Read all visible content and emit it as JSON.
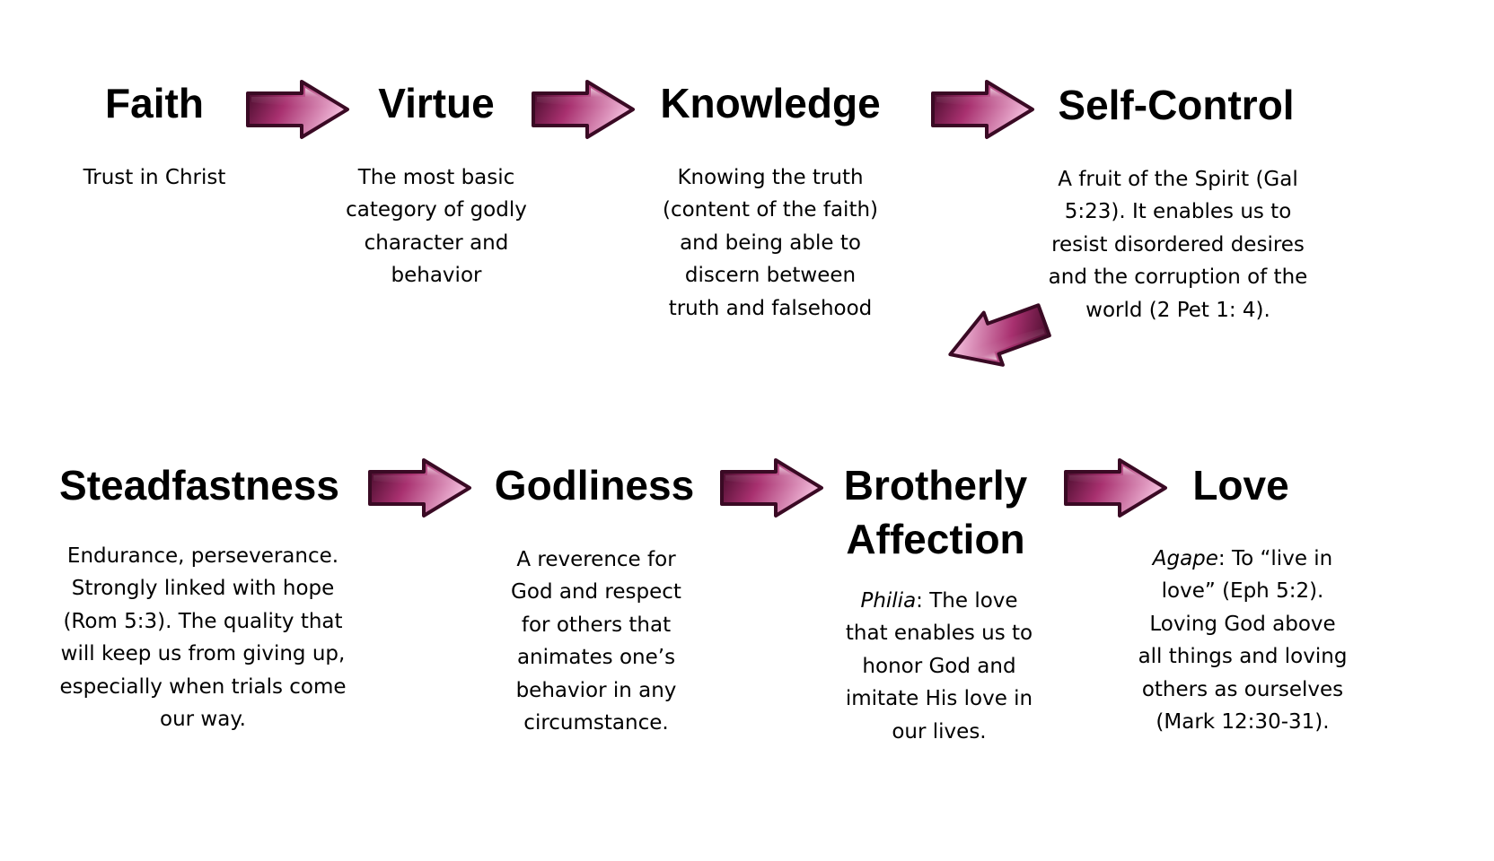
{
  "colors": {
    "arrow_dark": "#4a0a2e",
    "arrow_mid": "#a0306e",
    "arrow_light": "#f3c6e0"
  },
  "steps": {
    "faith": {
      "title": "Faith",
      "body": "Trust in Christ"
    },
    "virtue": {
      "title": "Virtue",
      "body": "The most basic\ncategory of godly\ncharacter and\nbehavior"
    },
    "knowledge": {
      "title": "Knowledge",
      "body": "Knowing the truth\n(content of the faith)\nand being able to\ndiscern between\ntruth and falsehood"
    },
    "self_control": {
      "title": "Self-Control",
      "body": "A fruit of the Spirit (Gal\n5:23).  It enables us to\nresist disordered desires\nand the corruption of the\nworld (2 Pet 1: 4)."
    },
    "steadfastness": {
      "title": "Steadfastness",
      "body": "Endurance, perseverance.\nStrongly linked with hope\n(Rom 5:3).  The quality that\nwill keep us from giving up,\nespecially when trials come\nour way."
    },
    "godliness": {
      "title": "Godliness",
      "body": "A reverence for\nGod and respect\nfor others that\nanimates one’s\nbehavior in any\ncircumstance."
    },
    "brotherly_affection": {
      "title": "Brotherly\nAffection",
      "term": "Philia",
      "body": ": The love\nthat enables us to\nhonor God and\nimitate His love in\nour lives."
    },
    "love": {
      "title": "Love",
      "term": "Agape",
      "body": ": To “live in\nlove” (Eph 5:2).\nLoving God above\nall things and loving\nothers as ourselves\n(Mark 12:30-31)."
    }
  }
}
